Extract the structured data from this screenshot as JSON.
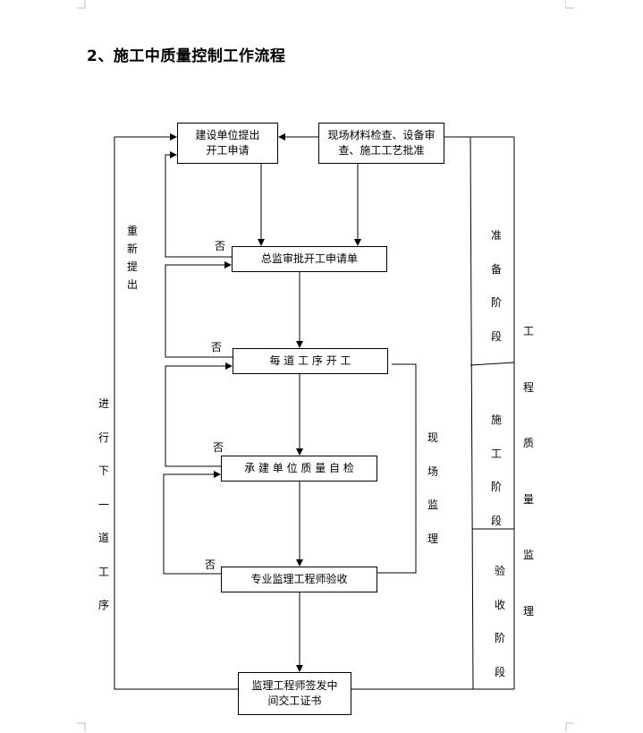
{
  "section_title": "2、施工中质量控制工作流程",
  "boxes": {
    "start_application": "建设单位提出\n开工申请",
    "site_inspection": "现场材料检查、设备审\n查、施工工艺批准",
    "chief_approval": "总监审批开工申请单",
    "process_start": "每 道 工 序 开 工",
    "self_inspection": "承 建 单 位 质 量 自 检",
    "engineer_acceptance": "专业监理工程师验收",
    "certificate": "监理工程师签发中\n间交工证书"
  },
  "labels": {
    "no_1": "否",
    "no_2": "否",
    "no_3": "否",
    "no_4": "否",
    "resubmit": [
      "重",
      "新",
      "提",
      "出"
    ],
    "next_process": [
      "进",
      "行",
      "下",
      "一",
      "道",
      "工",
      "序"
    ],
    "site_supervision": [
      "现",
      "场",
      "监",
      "理"
    ]
  },
  "phases": {
    "preparation": [
      "准",
      "备",
      "阶",
      "段"
    ],
    "construction": [
      "施",
      "工",
      "阶",
      "段"
    ],
    "acceptance": [
      "验",
      "收",
      "阶",
      "段"
    ],
    "overall": [
      "工",
      "程",
      "质",
      "量",
      "监",
      "理"
    ]
  }
}
